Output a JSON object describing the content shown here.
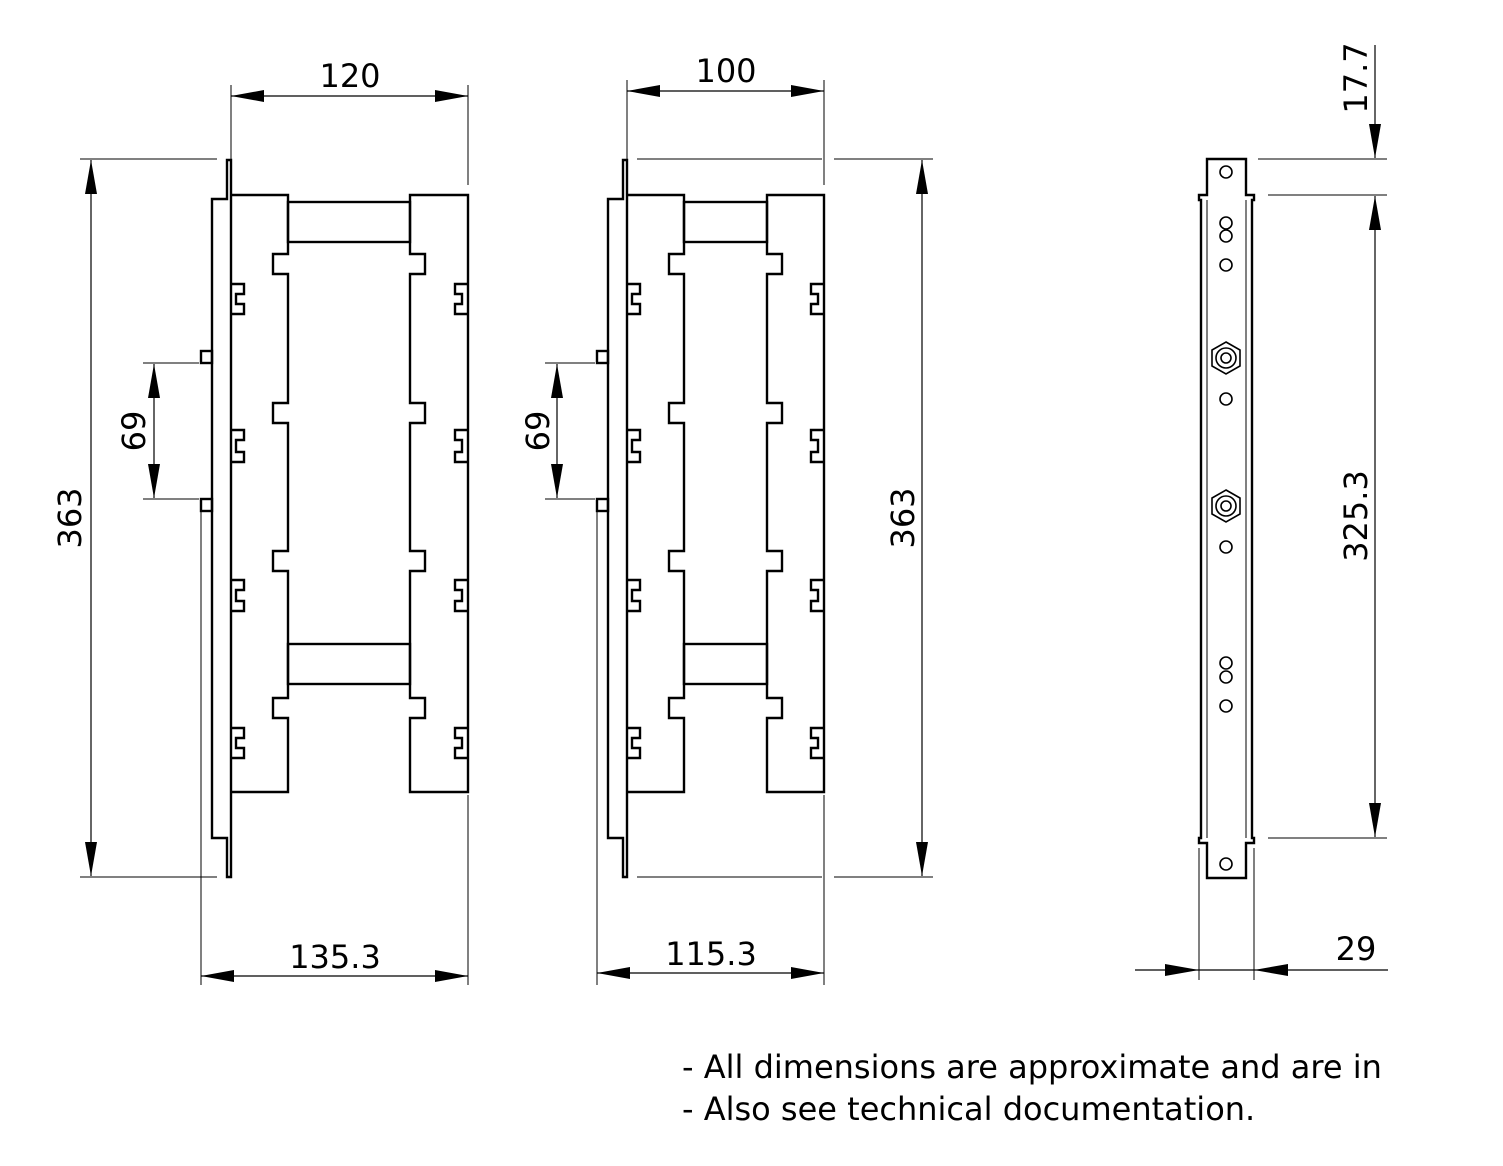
{
  "dimensions": {
    "left_top_width": "120",
    "left_height": "363",
    "left_pitch": "69",
    "left_bottom_width": "135.3",
    "middle_top_width": "100",
    "middle_height": "363",
    "middle_pitch": "69",
    "middle_bottom_width": "115.3",
    "side_top_offset": "17.7",
    "side_hole_span": "325.3",
    "side_width": "29"
  },
  "notes": [
    "- All dimensions are approximate and are in",
    "- Also see technical documentation."
  ]
}
